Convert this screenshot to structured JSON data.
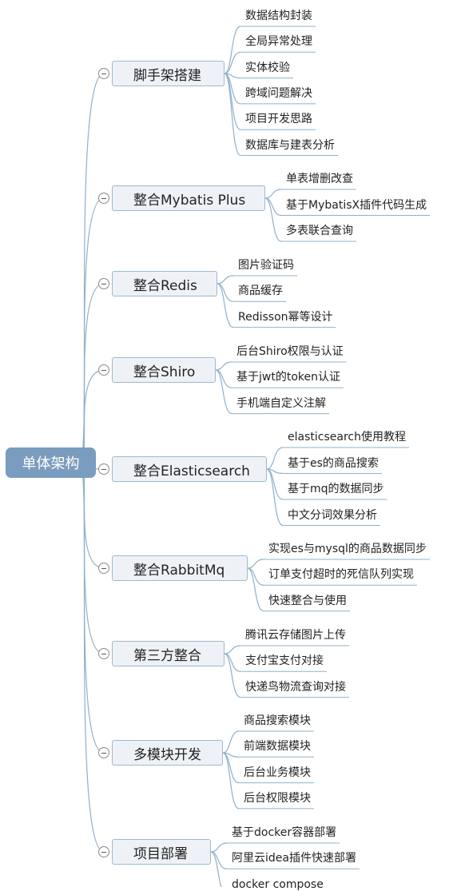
{
  "root": {
    "label": "单体架构"
  },
  "branches": [
    {
      "label": "脚手架搭建",
      "children": [
        "数据结构封装",
        "全局异常处理",
        "实体校验",
        "跨域问题解决",
        "项目开发思路",
        "数据库与建表分析"
      ]
    },
    {
      "label": "整合Mybatis Plus",
      "children": [
        "单表增删改查",
        "基于MybatisX插件代码生成",
        "多表联合查询"
      ]
    },
    {
      "label": "整合Redis",
      "children": [
        "图片验证码",
        "商品缓存",
        "Redisson幂等设计"
      ]
    },
    {
      "label": "整合Shiro",
      "children": [
        "后台Shiro权限与认证",
        "基于jwt的token认证",
        "手机端自定义注解"
      ]
    },
    {
      "label": "整合Elasticsearch",
      "children": [
        "elasticsearch使用教程",
        "基于es的商品搜索",
        "基于mq的数据同步",
        "中文分词效果分析"
      ]
    },
    {
      "label": "整合RabbitMq",
      "children": [
        "实现es与mysql的商品数据同步",
        "订单支付超时的死信队列实现",
        "快速整合与使用"
      ]
    },
    {
      "label": "第三方整合",
      "children": [
        "腾讯云存储图片上传",
        "支付宝支付对接",
        "快递鸟物流查询对接"
      ]
    },
    {
      "label": "多模块开发",
      "children": [
        "商品搜索模块",
        "前端数据模块",
        "后台业务模块",
        "后台权限模块"
      ]
    },
    {
      "label": "项目部署",
      "children": [
        "基于docker容器部署",
        "阿里云idea插件快速部署",
        "docker compose"
      ]
    }
  ],
  "colors": {
    "root": "#7a9cbe",
    "line": "#8fb0cc",
    "branch_fill": "#eef2f6",
    "branch_border": "#9fb8cf"
  }
}
